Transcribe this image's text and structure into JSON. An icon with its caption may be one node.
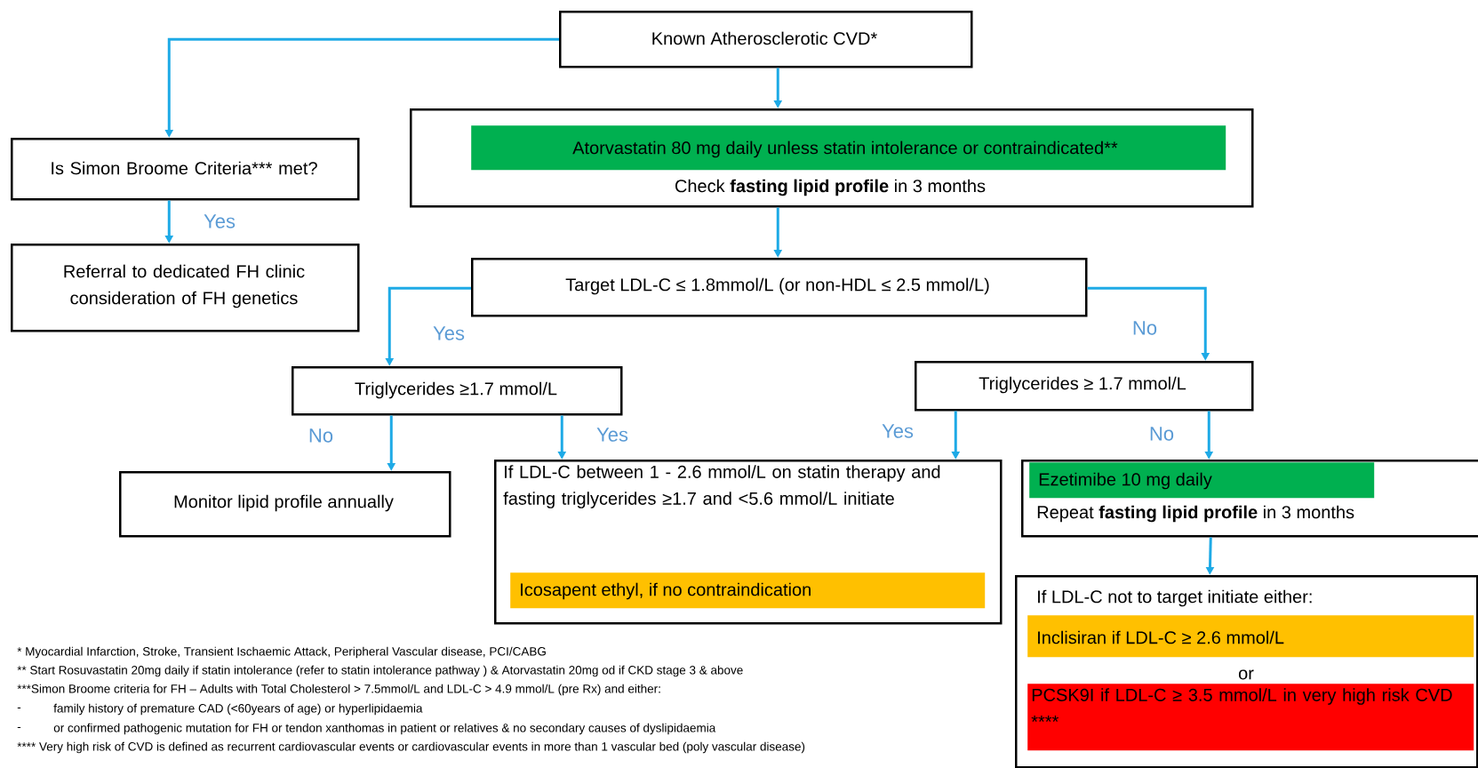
{
  "diagram": {
    "nodes": [
      {
        "text": [
          "Known Atherosclerotic CVD*"
        ]
      },
      {
        "text": [
          "Check **fasting lipid profile** in 3 months"
        ]
      },
      {
        "text": [
          "Atorvastatin 80 mg daily unless statin intolerance or contraindicated**"
        ],
        "in": 1
      },
      {
        "text": [
          "Is Simon Broome Criteria*** met?"
        ]
      },
      {
        "text": [
          "Referral to dedicated FH clinic consideration of FH genetics"
        ]
      },
      {
        "text": [
          "Target LDL-C ≤ 1.8mmol/L (or non-HDL ≤ 2.5 mmol/L)"
        ]
      },
      {
        "text": [
          "Triglycerides ≥1.7 mmol/L"
        ]
      },
      {
        "text": [
          "Triglycerides ≥ 1.7 mmol/L"
        ]
      },
      {
        "text": [
          "Monitor lipid profile annually"
        ]
      },
      {
        "text": [
          "If LDL-C between 1 - 2.6 mmol/L on statin therapy and fasting triglycerides ≥1.7 and <5.6 mmol/L initiate"
        ]
      },
      {
        "text": [
          "Icosapent ethyl, if no contraindication"
        ],
        "in": 9
      },
      {
        "text": [
          "Repeat **fasting lipid profile** in 3 months"
        ]
      },
      {
        "text": [
          "Ezetimibe 10 mg daily"
        ],
        "in": 11
      },
      {
        "text": [
          "If LDL-C not to target initiate either:",
          "or"
        ]
      },
      {
        "text": [
          "Inclisiran if LDL-C ≥ 2.6 mmol/L"
        ],
        "in": 13
      },
      {
        "text": [
          "PCSK9I if LDL-C ≥ 3.5 mmol/L in very high risk CVD ****"
        ],
        "in": 13
      }
    ],
    "edges": [
      {
        "from": 0,
        "to": 3,
        "arrow": "to"
      },
      {
        "from": 0,
        "to": 1,
        "arrow": "to"
      },
      {
        "from": 1,
        "to": 5,
        "arrow": "to"
      },
      {
        "from": 3,
        "to": 4,
        "arrow": "to",
        "label": "Yes"
      },
      {
        "from": 5,
        "to": 6,
        "arrow": "to",
        "label": "Yes"
      },
      {
        "from": 5,
        "to": 7,
        "arrow": "to",
        "label": "No"
      },
      {
        "from": 6,
        "to": 8,
        "arrow": "to",
        "label": "No"
      },
      {
        "from": 6,
        "to": 9,
        "arrow": "to",
        "label": "Yes"
      },
      {
        "from": 7,
        "to": 9,
        "arrow": "to",
        "label": "Yes"
      },
      {
        "from": 7,
        "to": 11,
        "arrow": "to",
        "label": "No"
      },
      {
        "from": 11,
        "to": 13,
        "arrow": "to"
      }
    ],
    "labels": [
      "* Myocardial Infarction, Stroke, Transient Ischaemic Attack, Peripheral Vascular disease, PCI/CABG",
      "** Start Rosuvastatin 20mg daily if statin intolerance (refer to statin intolerance pathway ) & Atorvastatin 20mg od if CKD stage 3 & above",
      "***Simon Broome criteria for FH – Adults with Total Cholesterol > 7.5mmol/L and LDL-C > 4.9 mmol/L (pre Rx) and either:",
      "-",
      "family history of premature CAD (<60years of age) or hyperlipidaemia",
      "-",
      "or confirmed pathogenic mutation for FH or tendon xanthomas in patient or relatives & no secondary causes of dyslipidaemia",
      "**** Very high risk of CVD is defined as recurrent cardiovascular events or cardiovascular events in more than 1 vascular bed (poly vascular disease)"
    ]
  }
}
